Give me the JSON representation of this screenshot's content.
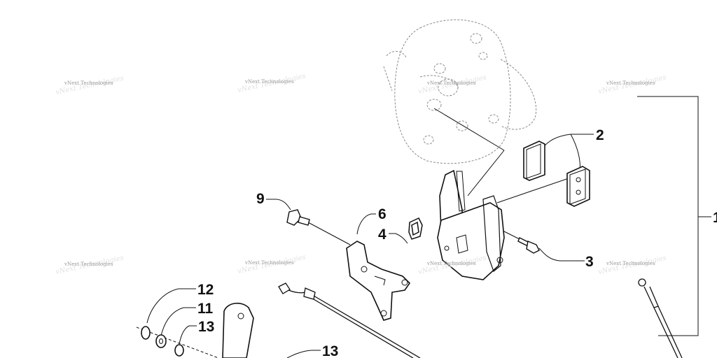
{
  "diagram": {
    "callouts": {
      "c1": "1",
      "c2": "2",
      "c3": "3",
      "c4": "4",
      "c6": "6",
      "c9": "9",
      "c11": "11",
      "c12": "12",
      "c13a": "13",
      "c13b": "13"
    },
    "watermark": {
      "text": "vNext Technologies"
    },
    "colors": {
      "line": "#111111",
      "phantom": "#8a8a8a",
      "watermark": "#9a9a9a"
    }
  }
}
